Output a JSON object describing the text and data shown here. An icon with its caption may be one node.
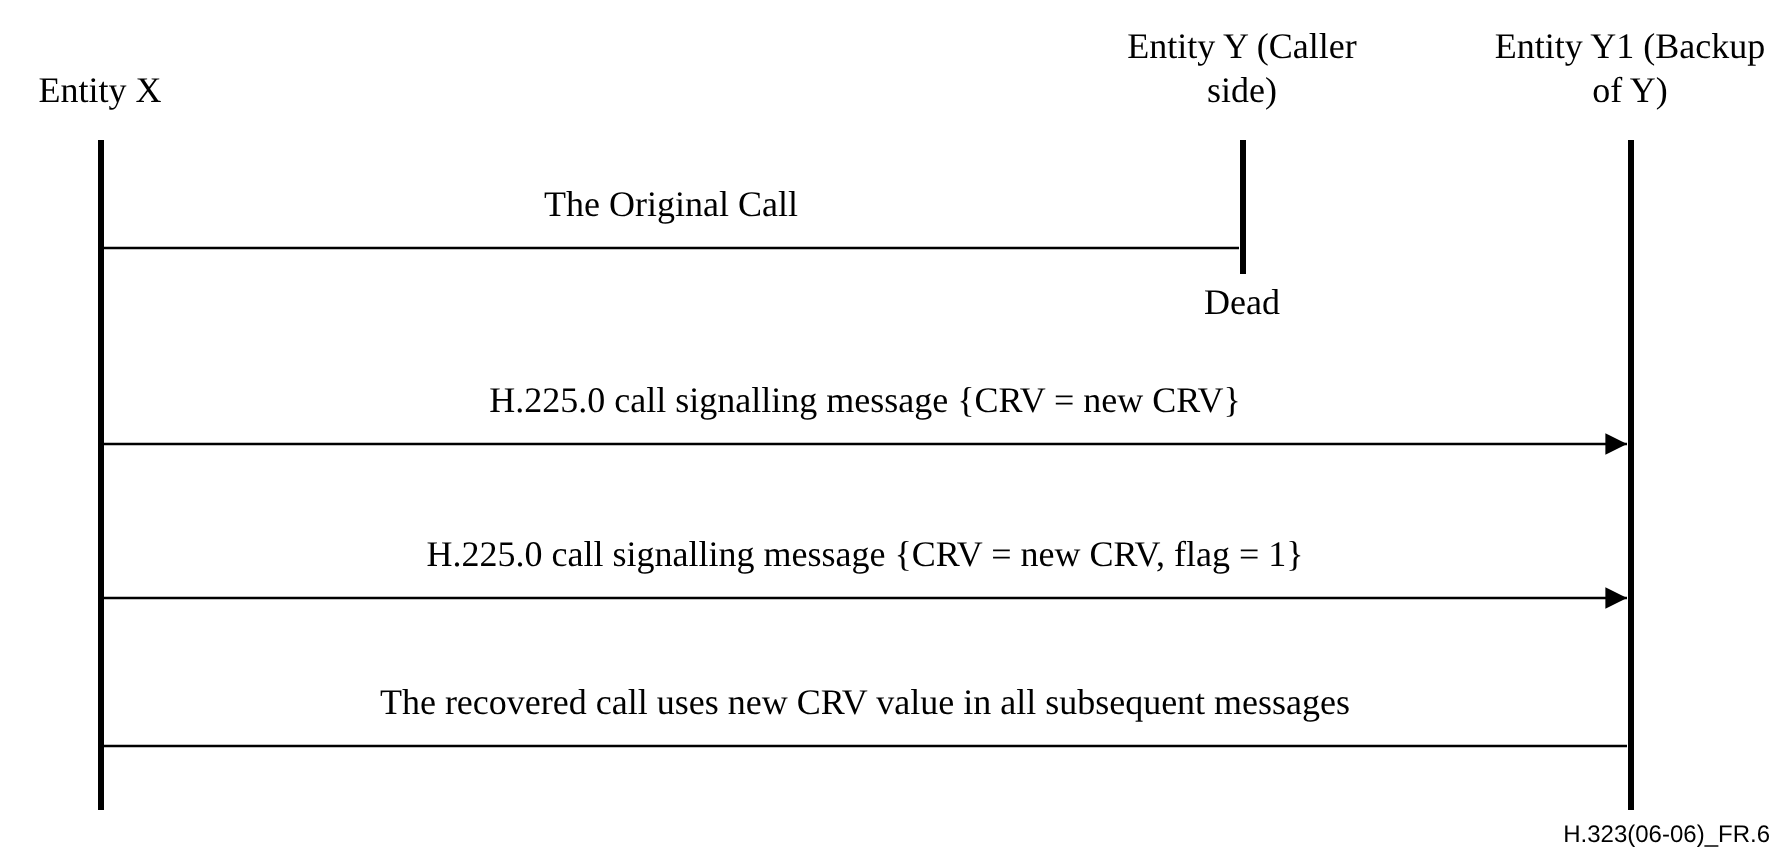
{
  "diagram": {
    "nodes": [
      {
        "text": [
          "Entity X"
        ]
      },
      {
        "text": [
          "Entity Y (Caller side)"
        ],
        "beside": [
          "Dead"
        ]
      },
      {
        "text": [
          "Entity Y1 (Backup of Y)"
        ]
      }
    ],
    "edges": [
      {
        "from": 0,
        "to": 1,
        "arrow": "none",
        "label": "The Original Call"
      },
      {
        "from": 0,
        "to": 2,
        "arrow": "to",
        "label": "H.225.0 call signalling message {CRV = new CRV}"
      },
      {
        "from": 0,
        "to": 2,
        "arrow": "to",
        "label": "H.225.0 call signalling message {CRV = new CRV, flag = 1}"
      },
      {
        "from": 0,
        "to": 2,
        "arrow": "none",
        "label": "The recovered call uses new CRV value in all subsequent messages"
      }
    ],
    "labels": [
      "H.323(06-06)_FR.6"
    ]
  }
}
